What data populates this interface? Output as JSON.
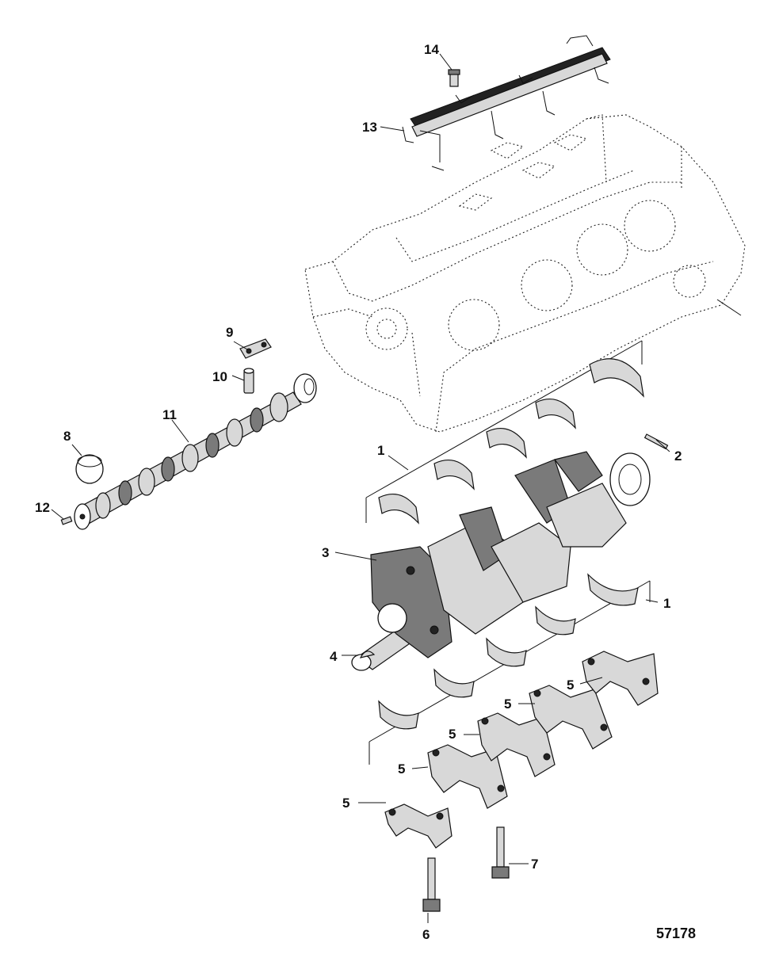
{
  "figure_number": "57178",
  "callouts": {
    "c1_upper": "1",
    "c1_lower": "1",
    "c2": "2",
    "c3": "3",
    "c4": "4",
    "c5_a": "5",
    "c5_b": "5",
    "c5_c": "5",
    "c5_d": "5",
    "c5_e": "5",
    "c6": "6",
    "c7": "7",
    "c8": "8",
    "c9": "9",
    "c10": "10",
    "c11": "11",
    "c12": "12",
    "c13": "13",
    "c14": "14"
  }
}
